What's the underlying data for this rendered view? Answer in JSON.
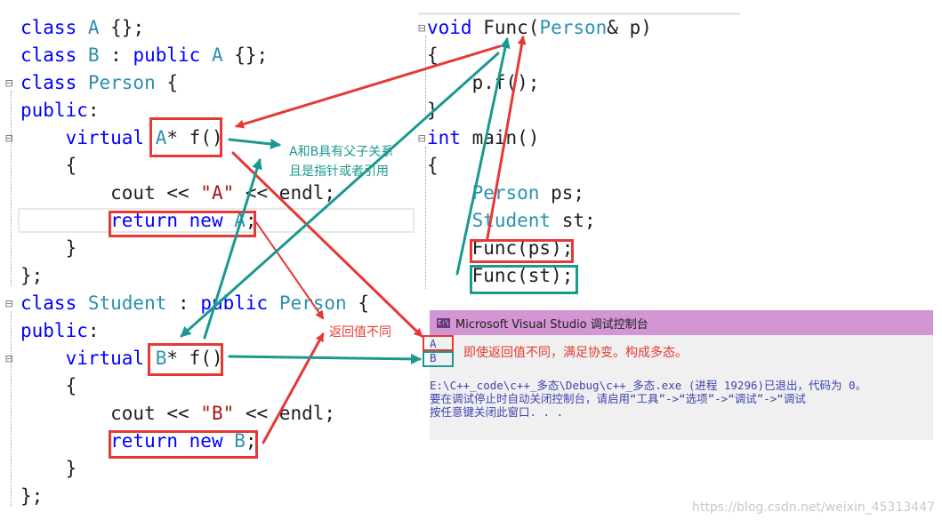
{
  "left_code": {
    "lines": [
      {
        "parts": [
          {
            "c": "kw",
            "t": "class "
          },
          {
            "c": "ty",
            "t": "A"
          },
          {
            "c": "id",
            "t": " {};"
          }
        ]
      },
      {
        "parts": [
          {
            "c": "kw",
            "t": "class "
          },
          {
            "c": "ty",
            "t": "B"
          },
          {
            "c": "id",
            "t": " : "
          },
          {
            "c": "kw",
            "t": "public "
          },
          {
            "c": "ty",
            "t": "A"
          },
          {
            "c": "id",
            "t": " {};"
          }
        ]
      },
      {
        "parts": [
          {
            "c": "kw",
            "t": "class "
          },
          {
            "c": "ty",
            "t": "Person"
          },
          {
            "c": "id",
            "t": " {"
          }
        ]
      },
      {
        "parts": [
          {
            "c": "kw",
            "t": "public"
          },
          {
            "c": "id",
            "t": ":"
          }
        ]
      },
      {
        "parts": [
          {
            "c": "id",
            "t": "    "
          },
          {
            "c": "kw",
            "t": "virtual "
          },
          {
            "c": "ty",
            "t": "A"
          },
          {
            "c": "id",
            "t": "* f()"
          }
        ]
      },
      {
        "parts": [
          {
            "c": "id",
            "t": "    {"
          }
        ]
      },
      {
        "parts": [
          {
            "c": "id",
            "t": "        cout << "
          },
          {
            "c": "st",
            "t": "\"A\""
          },
          {
            "c": "id",
            "t": " << endl;"
          }
        ]
      },
      {
        "parts": [
          {
            "c": "id",
            "t": "        "
          },
          {
            "c": "kw",
            "t": "return new "
          },
          {
            "c": "ty",
            "t": "A"
          },
          {
            "c": "id",
            "t": ";"
          }
        ]
      },
      {
        "parts": [
          {
            "c": "id",
            "t": "    }"
          }
        ]
      },
      {
        "parts": [
          {
            "c": "id",
            "t": "};"
          }
        ]
      },
      {
        "parts": [
          {
            "c": "kw",
            "t": "class "
          },
          {
            "c": "ty",
            "t": "Student"
          },
          {
            "c": "id",
            "t": " : "
          },
          {
            "c": "kw",
            "t": "public "
          },
          {
            "c": "ty",
            "t": "Person"
          },
          {
            "c": "id",
            "t": " {"
          }
        ]
      },
      {
        "parts": [
          {
            "c": "kw",
            "t": "public"
          },
          {
            "c": "id",
            "t": ":"
          }
        ]
      },
      {
        "parts": [
          {
            "c": "id",
            "t": "    "
          },
          {
            "c": "kw",
            "t": "virtual "
          },
          {
            "c": "ty",
            "t": "B"
          },
          {
            "c": "id",
            "t": "* f()"
          }
        ]
      },
      {
        "parts": [
          {
            "c": "id",
            "t": "    {"
          }
        ]
      },
      {
        "parts": [
          {
            "c": "id",
            "t": "        cout << "
          },
          {
            "c": "st",
            "t": "\"B\""
          },
          {
            "c": "id",
            "t": " << endl;"
          }
        ]
      },
      {
        "parts": [
          {
            "c": "id",
            "t": "        "
          },
          {
            "c": "kw",
            "t": "return new "
          },
          {
            "c": "ty",
            "t": "B"
          },
          {
            "c": "id",
            "t": ";"
          }
        ]
      },
      {
        "parts": [
          {
            "c": "id",
            "t": "    }"
          }
        ]
      },
      {
        "parts": [
          {
            "c": "id",
            "t": "};"
          }
        ]
      }
    ]
  },
  "right_code": {
    "lines": [
      {
        "parts": [
          {
            "c": "kw",
            "t": "void "
          },
          {
            "c": "id",
            "t": "Func("
          },
          {
            "c": "ty",
            "t": "Person"
          },
          {
            "c": "id",
            "t": "& p)"
          }
        ]
      },
      {
        "parts": [
          {
            "c": "id",
            "t": "{"
          }
        ]
      },
      {
        "parts": [
          {
            "c": "id",
            "t": "    p.f();"
          }
        ]
      },
      {
        "parts": [
          {
            "c": "id",
            "t": "}"
          }
        ]
      },
      {
        "parts": [
          {
            "c": "kw",
            "t": "int "
          },
          {
            "c": "id",
            "t": "main()"
          }
        ]
      },
      {
        "parts": [
          {
            "c": "id",
            "t": "{"
          }
        ]
      },
      {
        "parts": [
          {
            "c": "id",
            "t": "    "
          },
          {
            "c": "ty",
            "t": "Person"
          },
          {
            "c": "id",
            "t": " ps;"
          }
        ]
      },
      {
        "parts": [
          {
            "c": "id",
            "t": "    "
          },
          {
            "c": "ty",
            "t": "Student"
          },
          {
            "c": "id",
            "t": " st;"
          }
        ]
      },
      {
        "parts": [
          {
            "c": "id",
            "t": "    Func(ps);"
          }
        ]
      },
      {
        "parts": [
          {
            "c": "id",
            "t": "    Func(st);"
          }
        ]
      }
    ]
  },
  "annotations": {
    "relation_line1": "A和B具有父子关系",
    "relation_line2": "且是指针或者引用",
    "return_differs": "返回值不同",
    "covariance_note": "即使返回值不同，满足协变。构成多态。"
  },
  "console": {
    "title": "Microsoft Visual Studio 调试控制台",
    "icon_text": "C:\\",
    "output_lines": [
      "A",
      "B"
    ],
    "exit_line": "E:\\C++_code\\c++_多态\\Debug\\c++_多态.exe (进程 19296)已退出，代码为 0。",
    "hint_line": "要在调试停止时自动关闭控制台，请启用“工具”->“选项”->“调试”->“调试",
    "close_line": "按任意键关闭此窗口. . ."
  },
  "watermark": "https://blog.csdn.net/weixin_45313447",
  "colors": {
    "keyword": "#0000ff",
    "type": "#2b91af",
    "string": "#a31515",
    "red_annotation": "#e53935",
    "teal_annotation": "#1a9990",
    "console_title_bg": "#d395d3"
  }
}
